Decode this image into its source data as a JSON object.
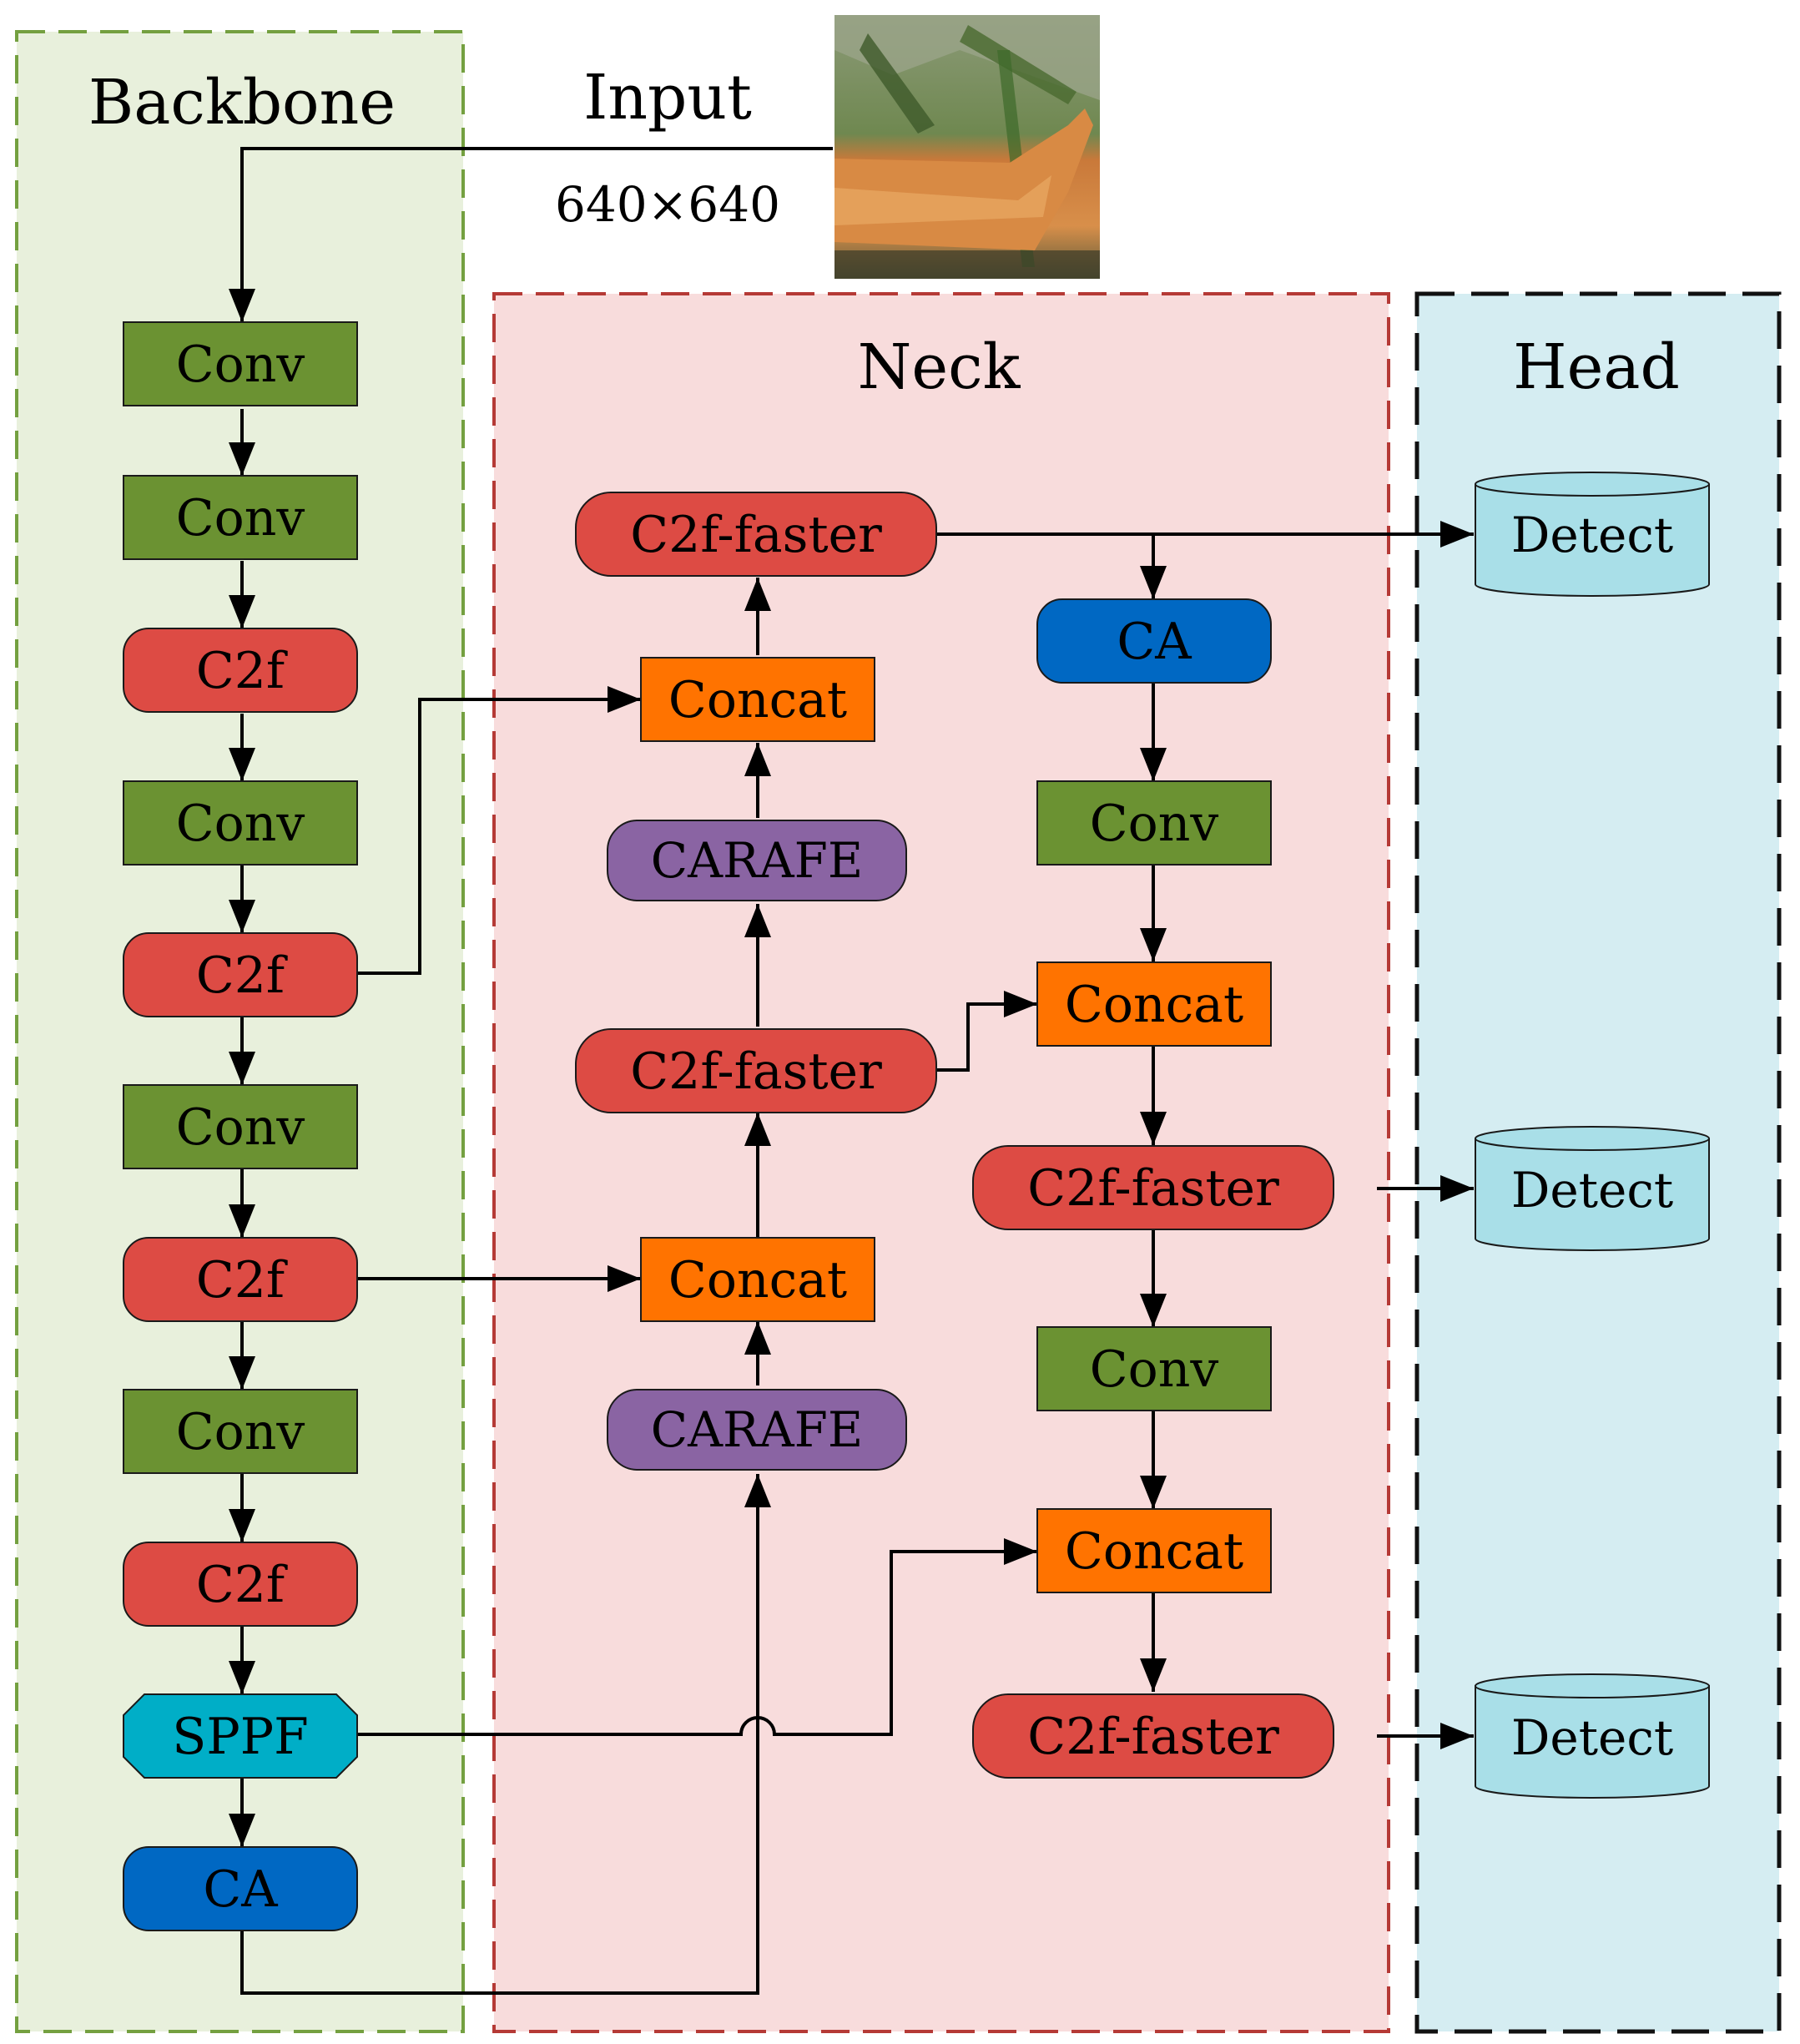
{
  "sections": {
    "backbone": "Backbone",
    "neck": "Neck",
    "head": "Head"
  },
  "input": {
    "label": "Input",
    "size": "640×640"
  },
  "backbone_blocks": [
    "Conv",
    "Conv",
    "C2f",
    "Conv",
    "C2f",
    "Conv",
    "C2f",
    "Conv",
    "C2f",
    "SPPF",
    "CA"
  ],
  "neck_left": {
    "top_c2f": "C2f-faster",
    "top_concat": "Concat",
    "upper_carafe": "CARAFE",
    "mid_c2f": "C2f-faster",
    "lower_concat": "Concat",
    "lower_carafe": "CARAFE"
  },
  "neck_right": {
    "ca": "CA",
    "conv1": "Conv",
    "concat1": "Concat",
    "c2f1": "C2f-faster",
    "conv2": "Conv",
    "concat2": "Concat",
    "c2f2": "C2f-faster"
  },
  "head_blocks": [
    "Detect",
    "Detect",
    "Detect"
  ],
  "colors": {
    "conv": "#6b9232",
    "c2f": "#dd4b44",
    "concat": "#ff7300",
    "carafe": "#8a64a3",
    "ca": "#0068c3",
    "sppf": "#00aec7",
    "detect": "#a9dfe8",
    "backbone_bg": "#e8f0dc",
    "neck_bg": "#f8dcdc",
    "head_bg": "#d5edf2"
  }
}
